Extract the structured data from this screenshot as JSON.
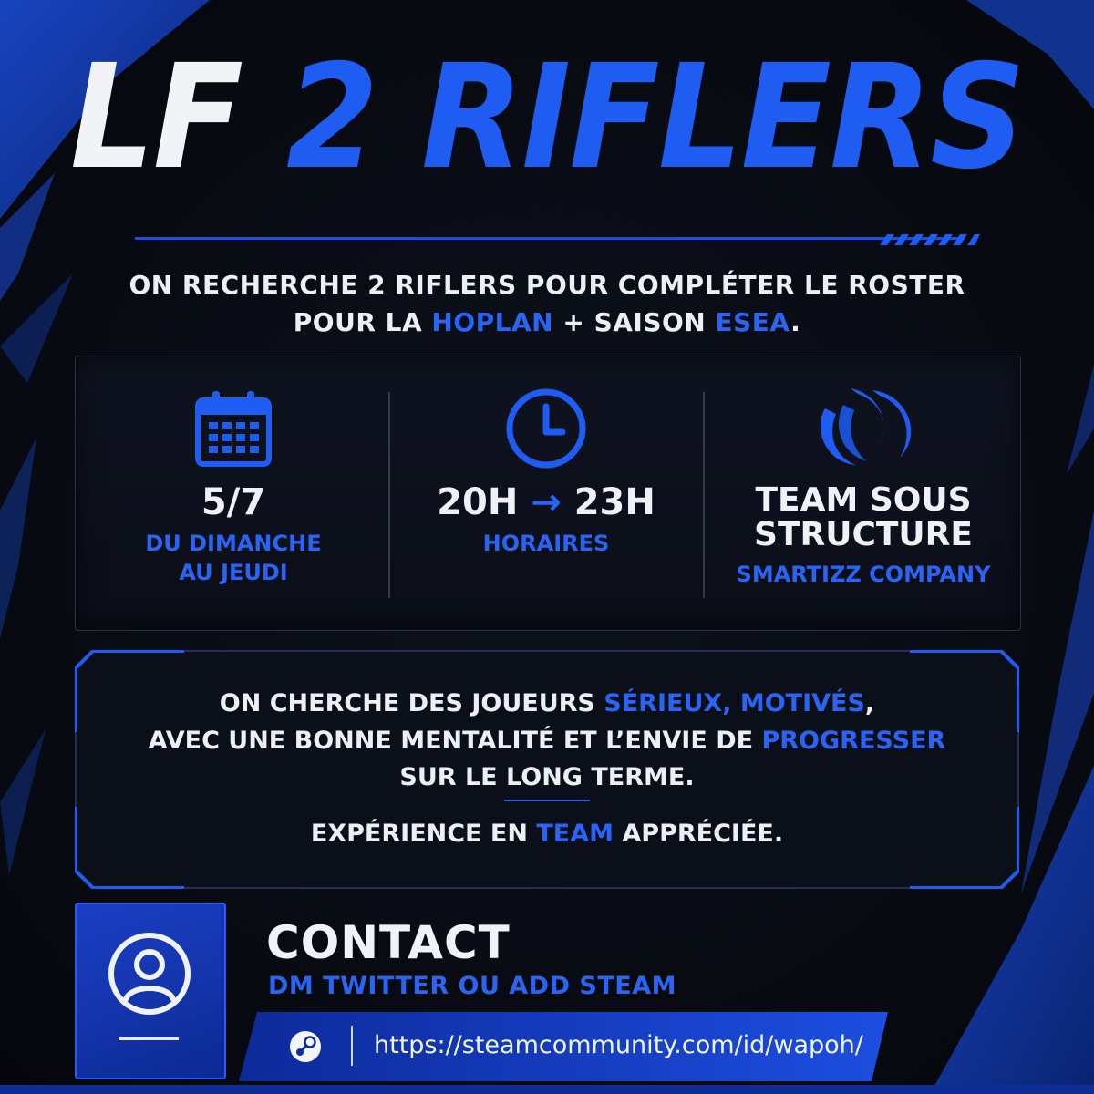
{
  "title": {
    "prefix": "LF",
    "highlight": "2 RIFLERS"
  },
  "intro": {
    "line1": "ON RECHERCHE 2 RIFLERS POUR COMPLÉTER LE ROSTER",
    "line2_pre": "POUR LA ",
    "line2_hl1": "HOPLAN",
    "line2_mid": " + SAISON ",
    "line2_hl2": "ESEA",
    "line2_end": "."
  },
  "info": [
    {
      "icon": "calendar-icon",
      "value": "5/7",
      "sub_line1": "DU DIMANCHE",
      "sub_line2": "AU JEUDI"
    },
    {
      "icon": "clock-icon",
      "value_start": "20H",
      "arrow": "→",
      "value_end": "23H",
      "sub": "HORAIRES"
    },
    {
      "icon": "team-logo-icon",
      "value_line1": "TEAM SOUS",
      "value_line2": "STRUCTURE",
      "sub": "SMARTIZZ COMPANY"
    }
  ],
  "message": {
    "l1_pre": "ON CHERCHE DES JOUEURS ",
    "l1_hl": "SÉRIEUX, MOTIVÉS",
    "l1_end": ",",
    "l2_pre": "AVEC UNE BONNE MENTALITÉ ET L’ENVIE DE ",
    "l2_hl": "PROGRESSER",
    "l3": "SUR LE LONG TERME.",
    "l4_pre": "EXPÉRIENCE EN ",
    "l4_hl": "TEAM",
    "l4_end": " APPRÉCIÉE."
  },
  "contact": {
    "title": "CONTACT",
    "subtitle": "DM TWITTER OU ADD STEAM",
    "steam_url": "https://steamcommunity.com/id/wapoh/"
  },
  "colors": {
    "accent": "#1f5cf2",
    "background": "#07090f",
    "text": "#eceff4"
  }
}
